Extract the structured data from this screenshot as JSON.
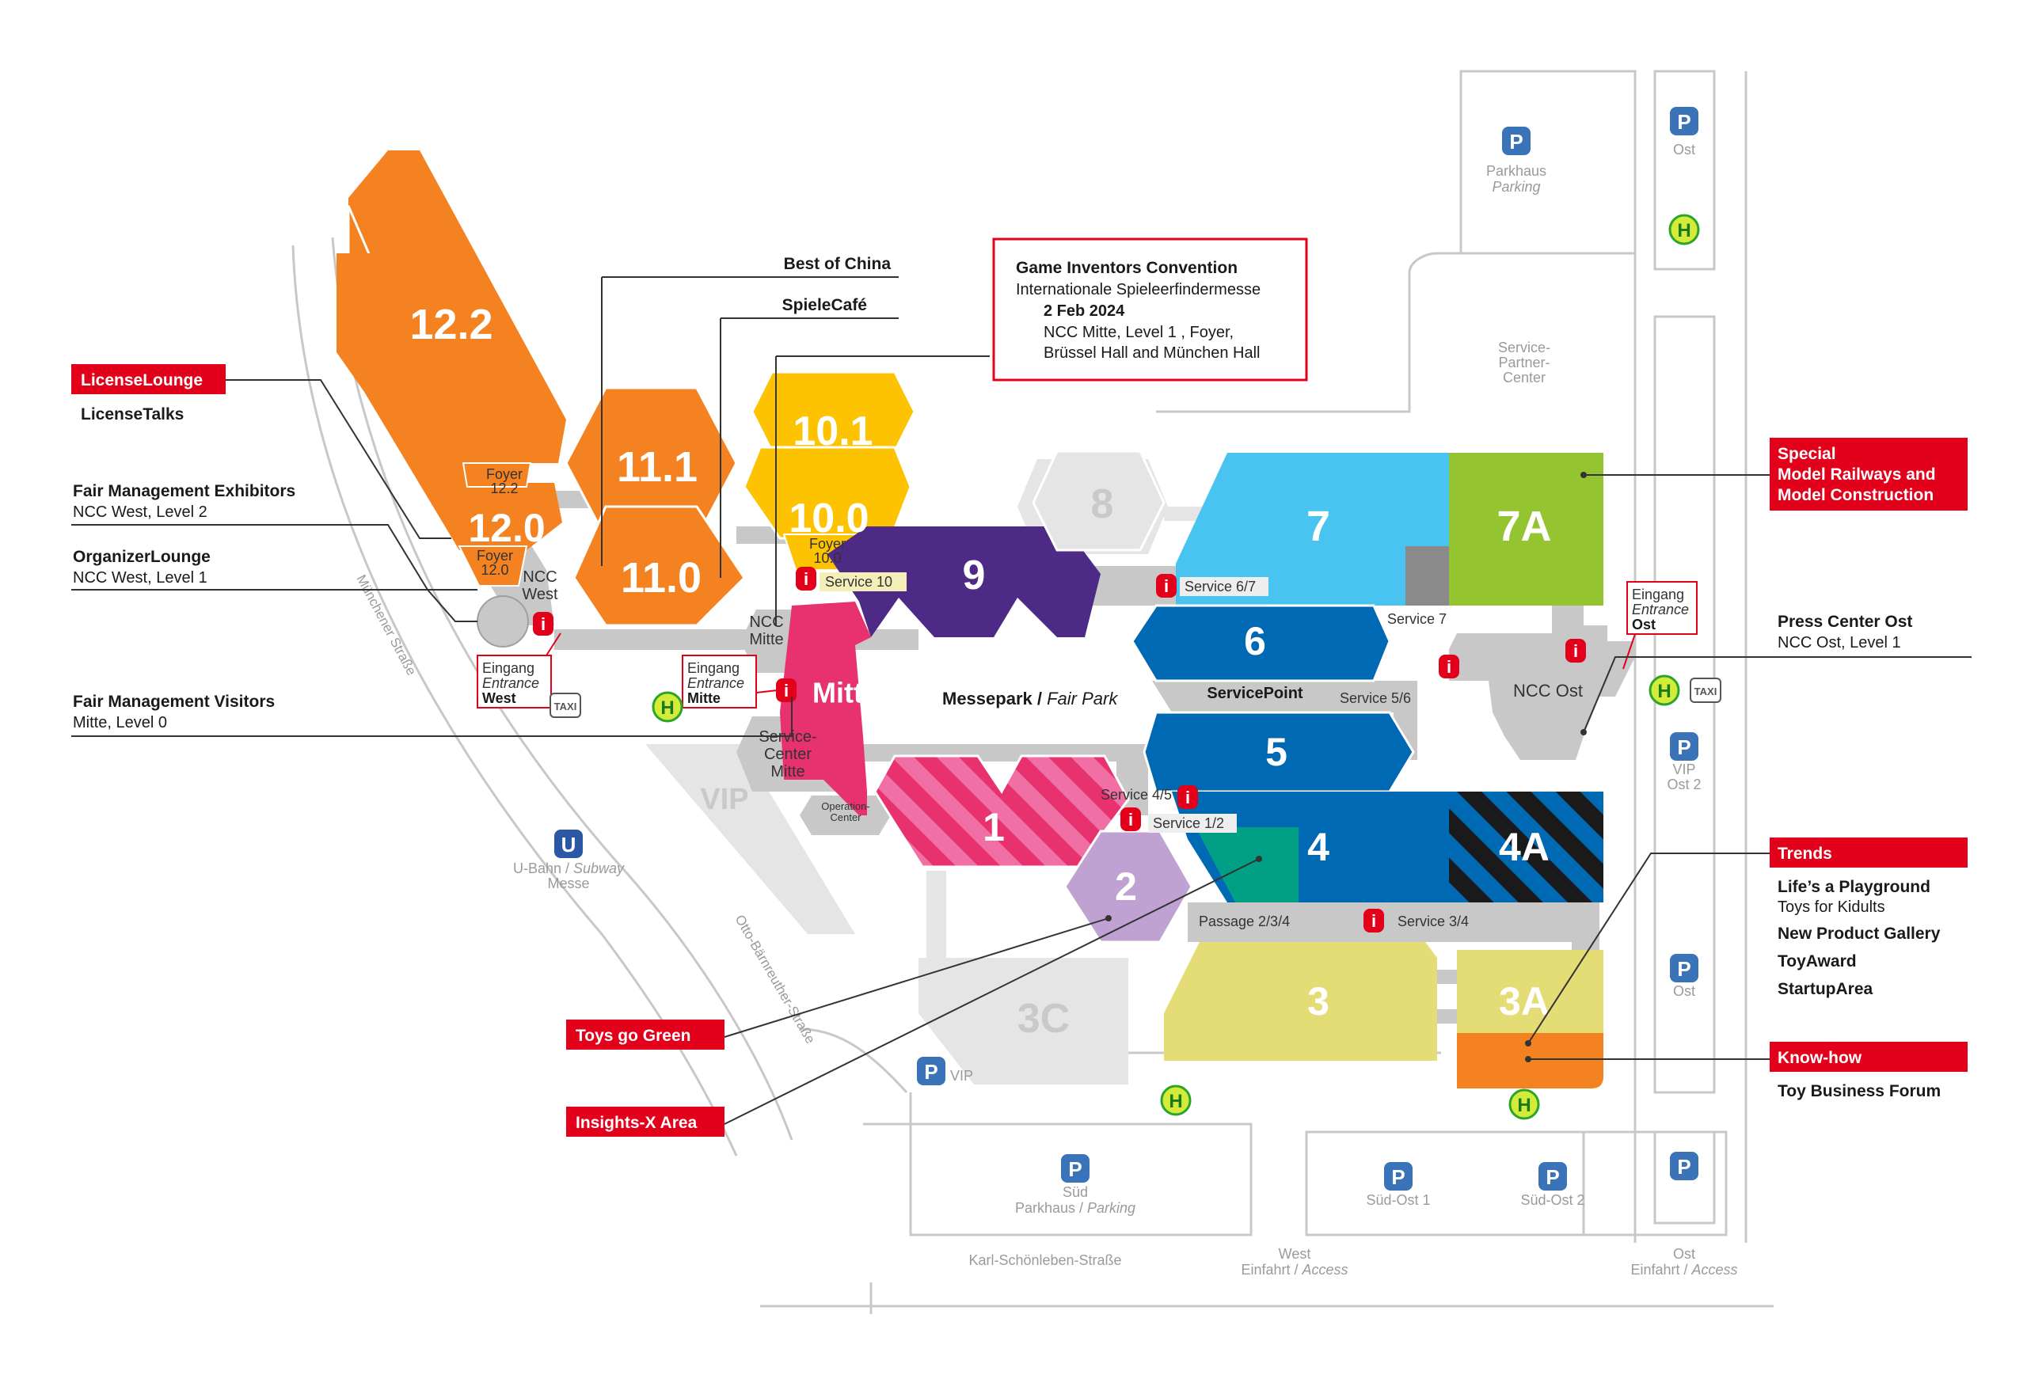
{
  "colors": {
    "orange": "#f58220",
    "yellow": "#fdc300",
    "purple": "#4d2a85",
    "pink": "#e8316f",
    "light_blue": "#49c3ef",
    "blue": "#0069b4",
    "lime": "#95c431",
    "lavender": "#bfa2d2",
    "teal": "#009f86",
    "sand": "#e4dc74",
    "corridor_grey": "#c8c8c8",
    "brand_red": "#e3001b",
    "dark_grey": "#8a8a8a"
  },
  "halls": {
    "h12_2": "12.2",
    "h12_0": "12.0",
    "h11_1": "11.1",
    "h11_0": "11.0",
    "h10_1": "10.1",
    "h10_0": "10.0",
    "h9": "9",
    "h8": "8",
    "h7": "7",
    "h7a": "7A",
    "h6": "6",
    "h5": "5",
    "h4": "4",
    "h4a": "4A",
    "h3": "3",
    "h3a": "3A",
    "h3c": "3C",
    "h2": "2",
    "h1": "1",
    "mitte": "Mitte",
    "vip": "VIP"
  },
  "foyers": {
    "f12_2_a": "Foyer",
    "f12_2_b": "12.2",
    "f12_0_a": "Foyer",
    "f12_0_b": "12.0",
    "f10_0_a": "Foyer",
    "f10_0_b": "10.0"
  },
  "centers": {
    "ncc_west_a": "NCC",
    "ncc_west_b": "West",
    "ncc_mitte_a": "NCC",
    "ncc_mitte_b": "Mitte",
    "ncc_ost": "NCC Ost",
    "service_center_a": "Service-",
    "service_center_b": "Center",
    "service_center_c": "Mitte",
    "operation_a": "Operation-",
    "operation_b": "Center",
    "service_point": "ServicePoint",
    "service_partner_a": "Service-",
    "service_partner_b": "Partner-",
    "service_partner_c": "Center"
  },
  "services": {
    "s10": "Service 10",
    "s67": "Service 6/7",
    "s7": "Service 7",
    "s56": "Service 5/6",
    "s45": "Service 4/5",
    "s12": "Service 1/2",
    "s34": "Service 3/4",
    "p234": "Passage 2/3/4"
  },
  "entrances": {
    "west": [
      "Eingang",
      "Entrance",
      "West"
    ],
    "mitte": [
      "Eingang",
      "Entrance",
      "Mitte"
    ],
    "ost": [
      "Eingang",
      "Entrance",
      "Ost"
    ]
  },
  "left_labels": {
    "license_lounge": "LicenseLounge",
    "license_talks": "LicenseTalks",
    "fair_mgmt_exhibitors": "Fair Management Exhibitors",
    "fair_mgmt_exhibitors_sub": "NCC West, Level 2",
    "organizer_lounge": "OrganizerLounge",
    "organizer_lounge_sub": "NCC West, Level 1",
    "fair_mgmt_visitors": "Fair Management Visitors",
    "fair_mgmt_visitors_sub": "Mitte, Level 0"
  },
  "top_labels": {
    "best_of_china": "Best of China",
    "spielecafe": "SpieleCafé",
    "gic_title": "Game Inventors Convention",
    "gic_sub": "Internationale Spieleerfindermesse",
    "gic_date": "2 Feb 2024",
    "gic_loc1": "NCC Mitte, Level 1 , Foyer,",
    "gic_loc2": "Brüssel Hall and München Hall"
  },
  "right_labels": {
    "special_1": "Special",
    "special_2": "Model Railways and",
    "special_3": "Model Construction",
    "press_center": "Press Center Ost",
    "press_center_sub": "NCC Ost, Level 1",
    "trends": "Trends",
    "lifes_playground": "Life’s a Playground",
    "toys_kidults": "Toys for Kidults",
    "new_product": "New Product Gallery",
    "toy_award": "ToyAward",
    "startup": "StartupArea",
    "know_how": "Know-how",
    "toy_business": "Toy Business Forum"
  },
  "bottom_labels": {
    "toys_go_green": "Toys go Green",
    "insights_x": "Insights-X Area"
  },
  "places": {
    "messepark": "Messepark",
    "fair_park": "Fair Park",
    "parkhaus": "Parkhaus",
    "parking": "Parking",
    "ost": "Ost",
    "vip": "VIP",
    "vip_ost_2_a": "VIP",
    "vip_ost_2_b": "Ost 2",
    "ubahn": "U-Bahn",
    "subway": "Subway",
    "messe": "Messe",
    "sued": "Süd",
    "sued_ost_1": "Süd-Ost 1",
    "sued_ost_2": "Süd-Ost 2",
    "west": "West",
    "einfahrt": "Einfahrt",
    "access": "Access",
    "karl_street": "Karl-Schönleben-Straße",
    "muenchener_street": "Münchener Straße",
    "otto_street": "Otto-Bärnreuther-Straße",
    "taxi": "TAXI",
    "parking_letter": "P",
    "subway_letter": "U",
    "bus_letter": "H",
    "info_letter": "i"
  }
}
